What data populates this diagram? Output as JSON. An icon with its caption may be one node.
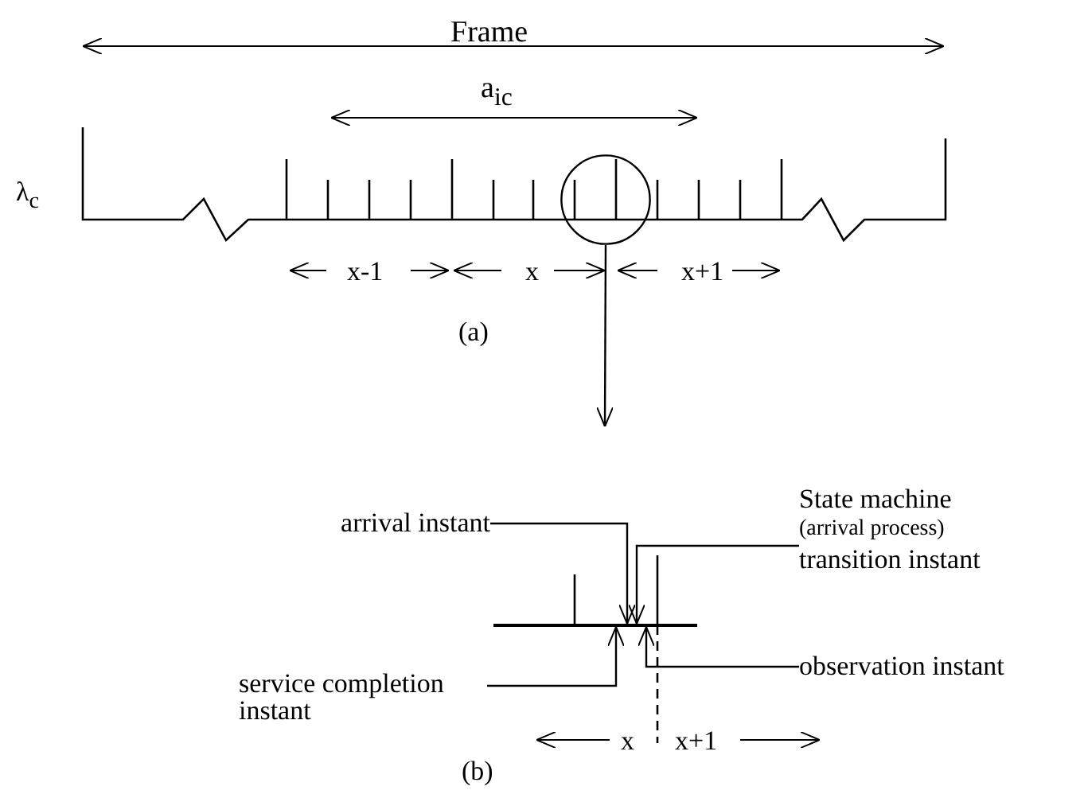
{
  "diagram": {
    "nodes": [
      {
        "text": [],
        "shape": "circle"
      },
      {
        "text": [
          "arrival instant"
        ]
      },
      {
        "text": [
          "State machine",
          "(arrival process)",
          "transition instant"
        ]
      },
      {
        "text": [
          "service completion instant"
        ]
      },
      {
        "text": [
          "observation instant"
        ]
      },
      {
        "text": [],
        "shape": "bar"
      }
    ],
    "edges": [
      {
        "from": 0,
        "to": null,
        "arrow": "to"
      },
      {
        "from": 1,
        "to": 5,
        "arrow": "to"
      },
      {
        "from": 2,
        "to": 5,
        "arrow": "to"
      },
      {
        "from": 3,
        "to": 5,
        "arrow": "to"
      },
      {
        "from": 4,
        "to": 5,
        "arrow": "to"
      }
    ],
    "labels": [
      "Frame",
      "a$_{ic}$",
      "λ$_{c}$",
      "x-1",
      "x",
      "x+1",
      "(a)",
      "x",
      "x+1",
      "(b)"
    ]
  }
}
